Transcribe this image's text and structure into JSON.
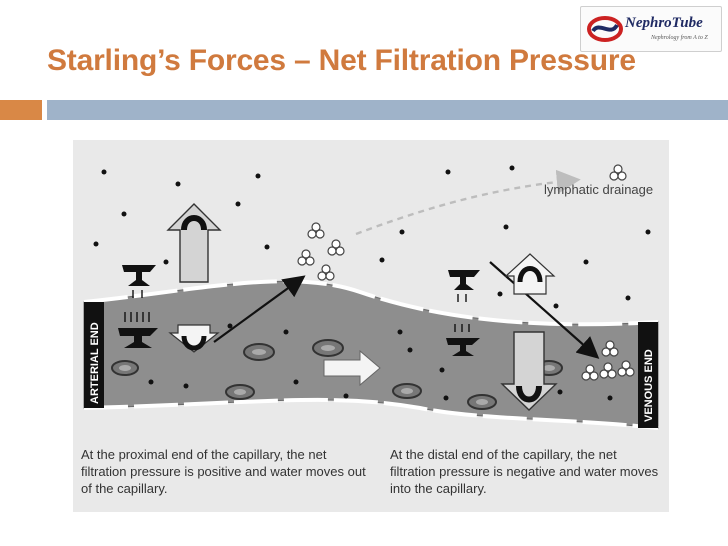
{
  "slide": {
    "title": "Starling’s Forces – Net Filtration Pressure"
  },
  "logo": {
    "name": "NephroTube",
    "tagline": "Nephrology from A to Z"
  },
  "diagram": {
    "lymphatic_label": "lymphatic drainage",
    "arterial_label": "ARTERIAL END",
    "venous_label": "VENOUS END",
    "caption_left": "At the proximal end of the capillary, the net filtration pressure is positive and water moves out of the capillary.",
    "caption_right": "At the distal end of the capillary, the net filtration pressure is negative and water moves into the capillary."
  },
  "colors": {
    "title": "#d07a3e",
    "band_orange": "#d98846",
    "band_blue": "#9fb3c9",
    "vessel": "#8c8c8c"
  }
}
